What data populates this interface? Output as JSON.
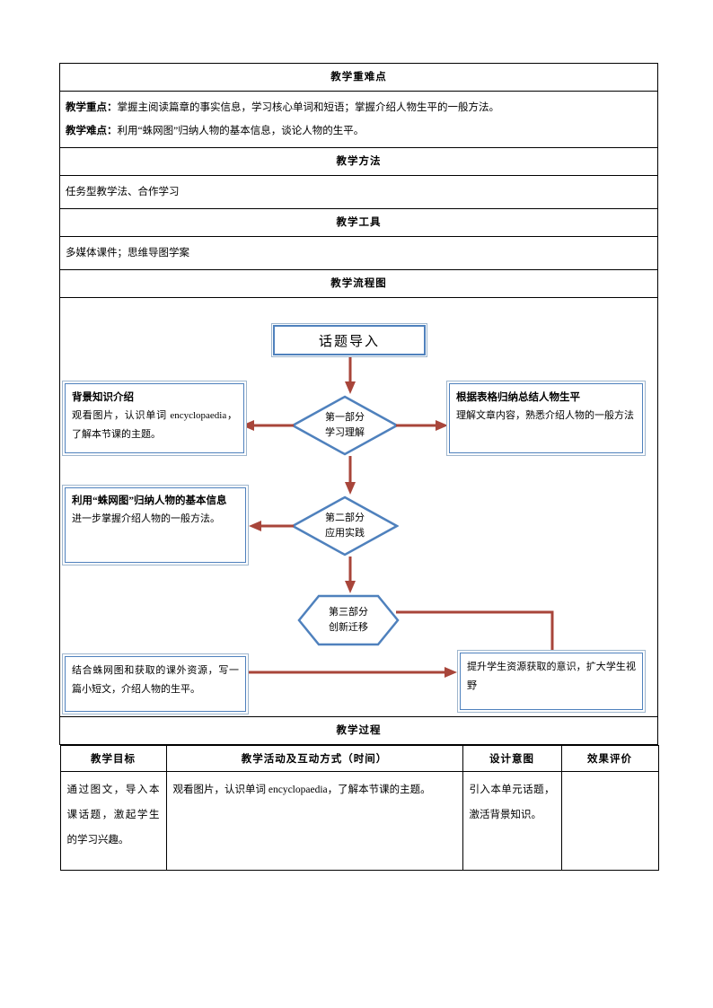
{
  "colors": {
    "shape_border": "#4f81bd",
    "shape_outer_border": "#9fb6cd",
    "arrow": "#a8453a",
    "table_border": "#000000"
  },
  "sections": [
    {
      "heading": "教学重难点",
      "lines": [
        {
          "label": "教学重点：",
          "text": "掌握主阅读篇章的事实信息，学习核心单词和短语；掌握介绍人物生平的一般方法。"
        },
        {
          "label": "教学难点：",
          "text": "利用“蛛网图”归纳人物的基本信息，谈论人物的生平。"
        }
      ]
    },
    {
      "heading": "教学方法",
      "lines": [
        {
          "label": "",
          "text": "任务型教学法、合作学习"
        }
      ]
    },
    {
      "heading": "教学工具",
      "lines": [
        {
          "label": "",
          "text": "多媒体课件；思维导图学案"
        }
      ]
    }
  ],
  "flow": {
    "heading": "教学流程图",
    "start": {
      "label": "话题导入"
    },
    "stages": [
      {
        "name": "第一部分",
        "sub": "学习理解",
        "shape": "diamond"
      },
      {
        "name": "第二部分",
        "sub": "应用实践",
        "shape": "diamond"
      },
      {
        "name": "第三部分",
        "sub": "创新迁移",
        "shape": "hexagon"
      }
    ],
    "boxes": {
      "left_1": {
        "title": "背景知识介绍",
        "body": "观看图片，认识单词 encyclopaedia，了解本节课的主题。"
      },
      "right_1": {
        "title": "根据表格归纳总结人物生平",
        "body": "理解文章内容，熟悉介绍人物的一般方法"
      },
      "left_2": {
        "title": "利用“蛛网图”归纳人物的基本信息",
        "body": "进一步掌握介绍人物的一般方法。"
      },
      "left_3": {
        "title": "",
        "body": "结合蛛网图和获取的课外资源，写一篇小短文，介绍人物的生平。"
      },
      "right_3": {
        "title": "",
        "body": "提升学生资源获取的意识，扩大学生视野"
      }
    }
  },
  "process": {
    "heading": "教学过程",
    "columns": [
      "教学目标",
      "教学活动及互动方式（时间）",
      "设计意图",
      "效果评价"
    ],
    "rows": [
      {
        "goal": "通过图文，导入本课话题，激起学生的学习兴趣。",
        "activity": "观看图片，认识单词 encyclopaedia，了解本节课的主题。",
        "intent": "引入本单元话题，激活背景知识。",
        "evaluation": ""
      }
    ]
  }
}
